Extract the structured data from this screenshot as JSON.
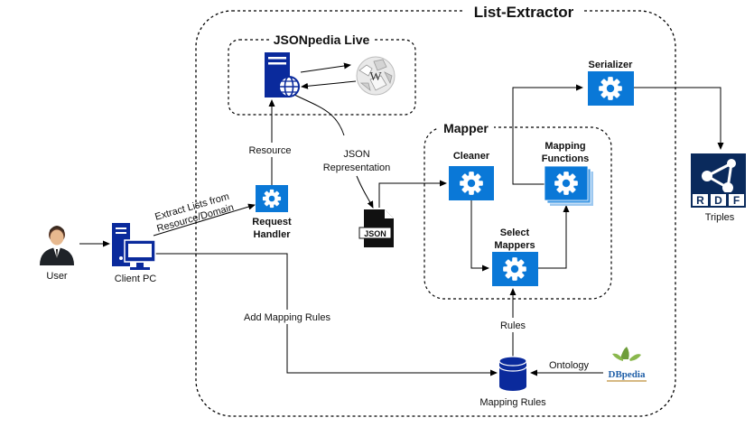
{
  "title": "List-Extractor",
  "groups": {
    "jsonpedia": "JSONpedia Live",
    "mapper": "Mapper"
  },
  "nodes": {
    "user": "User",
    "client_pc": "Client PC",
    "request_handler_1": "Request",
    "request_handler_2": "Handler",
    "cleaner": "Cleaner",
    "mapping_functions_1": "Mapping",
    "mapping_functions_2": "Functions",
    "select_mappers_1": "Select",
    "select_mappers_2": "Mappers",
    "serializer": "Serializer",
    "triples": "Triples",
    "mapping_rules_db": "Mapping Rules",
    "json_file": "JSON",
    "rdf_letters": [
      "R",
      "D",
      "F"
    ],
    "dbpedia_logo": "DBpedia"
  },
  "edges": {
    "extract_lists_1": "Extract Lists from",
    "extract_lists_2": "Resource/Domain",
    "resource": "Resource",
    "json_repr_1": "JSON",
    "json_repr_2": "Representation",
    "add_mapping_rules": "Add Mapping Rules",
    "rules": "Rules",
    "ontology": "Ontology"
  },
  "icons": {
    "gear_box_color": "#0a78d7",
    "server_color": "#0a2a9c",
    "user": "user-icon",
    "client_pc": "desktop-pc-icon",
    "server": "server-globe-icon",
    "wikipedia": "wikipedia-globe-icon",
    "json_file": "json-file-icon",
    "database": "database-icon",
    "rdf": "rdf-logo-icon",
    "dbpedia": "dbpedia-logo-icon"
  }
}
